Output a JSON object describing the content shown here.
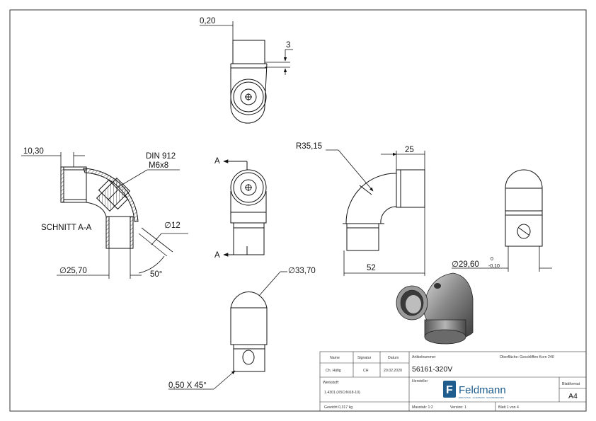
{
  "dimensions": {
    "wall_offset": "0,20",
    "insert_depth": "3",
    "sleeve_length": "10,30",
    "screw_spec": "DIN 912",
    "screw_size": "M6x8",
    "section_label": "SCHNITT A-A",
    "hole_diameter": "∅12",
    "inner_diameter": "∅25,70",
    "angle": "50°",
    "section_marker": "A",
    "radius": "R35,15",
    "length_top": "25",
    "length_bottom": "52",
    "outer_diameter": "∅29,60",
    "tol_upper": "0",
    "tol_lower": "-0,10",
    "bend_diameter": "∅33,70",
    "chamfer": "0,50 X 45°"
  },
  "title_block": {
    "hdr_name": "Name",
    "hdr_signature": "Signatur",
    "hdr_date": "Datum",
    "name": "Ch. Häfig",
    "signature": "CH",
    "date": "20.02.2020",
    "article_label": "Artikelnummer",
    "article_number": "56161-320V",
    "surface": "Oberfläche: Geschliffen Korn 240",
    "material_label": "Werkstoff:",
    "material": "1.4301 (X5CrNi18-10)",
    "manufacturer_label": "Hersteller",
    "brand": "Feldmann",
    "brand_tagline": "EDELSTAHL · ALUMINIUM · SCHMIEDEEISEN",
    "format_label": "Blattformat",
    "format": "A4",
    "weight": "Gewicht 0,317 kg",
    "scale": "Masstab: 1:2",
    "version": "Version: 1",
    "sheet": "Blatt 1 von 4"
  }
}
